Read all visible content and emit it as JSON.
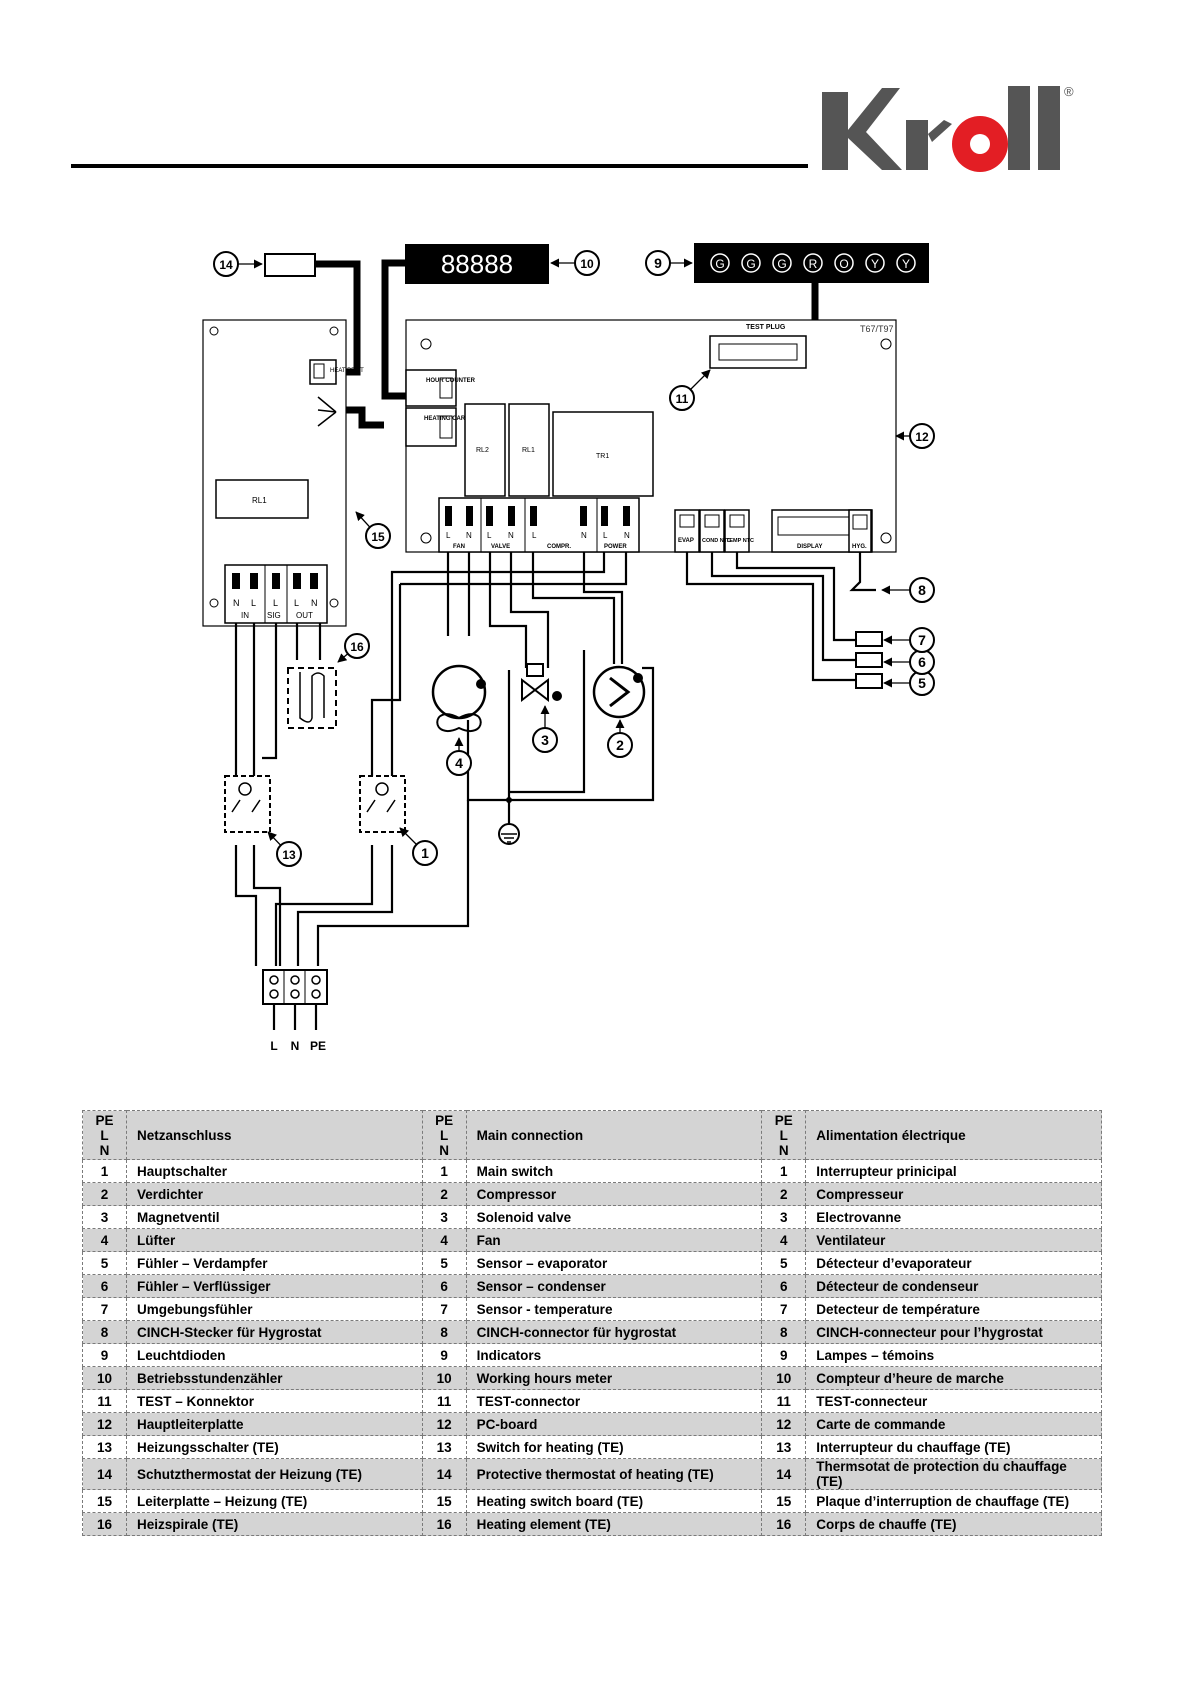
{
  "brand": {
    "logo_text": "Kroll",
    "registered_mark": "®"
  },
  "diagram": {
    "display_digits": "88888",
    "indicator_letters": [
      "G",
      "G",
      "G",
      "R",
      "O",
      "Y",
      "Y"
    ],
    "board_labels": {
      "model": "T67/T97",
      "test_plug": "TEST PLUG",
      "hour_counter": "HOUR COUNTER",
      "heating_card": "HEATING CARD",
      "heat_prot": "HEAT PROT",
      "rl1": "RL1",
      "rl2": "RL2",
      "tr1": "TR1",
      "fan": "FAN",
      "valve": "VALVE",
      "compr": "COMPR.",
      "power": "POWER",
      "evap": "EVAP",
      "cond_ntc": "COND NTC",
      "temp_ntc": "TEMP NTC",
      "display": "DISPLAY",
      "hyg": "HYG.",
      "heating_rl1": "RL1",
      "terminal_in": "IN",
      "terminal_sig": "SIG",
      "terminal_out": "OUT",
      "L": "L",
      "N": "N",
      "mains_L": "L",
      "mains_N": "N",
      "mains_PE": "PE"
    },
    "callouts": [
      "1",
      "2",
      "3",
      "4",
      "5",
      "6",
      "7",
      "8",
      "9",
      "10",
      "11",
      "12",
      "13",
      "14",
      "15",
      "16"
    ]
  },
  "legend": {
    "header": {
      "code": [
        "PE",
        "L",
        "N"
      ],
      "de": "Netzanschluss",
      "en": "Main connection",
      "fr": "Alimentation électrique"
    },
    "rows": [
      {
        "n": "1",
        "de": "Hauptschalter",
        "en": "Main switch",
        "fr": "Interrupteur prinicipal"
      },
      {
        "n": "2",
        "de": "Verdichter",
        "en": "Compressor",
        "fr": "Compresseur"
      },
      {
        "n": "3",
        "de": "Magnetventil",
        "en": "Solenoid valve",
        "fr": "Electrovanne"
      },
      {
        "n": "4",
        "de": "Lüfter",
        "en": "Fan",
        "fr": "Ventilateur"
      },
      {
        "n": "5",
        "de": "Fühler – Verdampfer",
        "en": "Sensor – evaporator",
        "fr": "Détecteur d’evaporateur"
      },
      {
        "n": "6",
        "de": "Fühler – Verflüssiger",
        "en": "Sensor – condenser",
        "fr": "Détecteur de condenseur"
      },
      {
        "n": "7",
        "de": "Umgebungsfühler",
        "en": "Sensor - temperature",
        "fr": "Detecteur de température"
      },
      {
        "n": "8",
        "de": "CINCH-Stecker für Hygrostat",
        "en": "CINCH-connector für hygrostat",
        "fr": "CINCH-connecteur pour l’hygrostat"
      },
      {
        "n": "9",
        "de": "Leuchtdioden",
        "en": "Indicators",
        "fr": "Lampes – témoins"
      },
      {
        "n": "10",
        "de": "Betriebsstundenzähler",
        "en": "Working hours meter",
        "fr": "Compteur d’heure de marche"
      },
      {
        "n": "11",
        "de": "TEST – Konnektor",
        "en": "TEST-connector",
        "fr": "TEST-connecteur"
      },
      {
        "n": "12",
        "de": "Hauptleiterplatte",
        "en": "PC-board",
        "fr": "Carte de commande"
      },
      {
        "n": "13",
        "de": "Heizungsschalter (TE)",
        "en": "Switch for heating (TE)",
        "fr": "Interrupteur du chauffage (TE)"
      },
      {
        "n": "14",
        "de": "Schutzthermostat der Heizung (TE)",
        "en": "Protective thermostat of heating (TE)",
        "fr": "Thermsotat de protection du chauffage (TE)"
      },
      {
        "n": "15",
        "de": "Leiterplatte – Heizung (TE)",
        "en": "Heating switch board (TE)",
        "fr": "Plaque d’interruption de chauffage (TE)"
      },
      {
        "n": "16",
        "de": "Heizspirale (TE)",
        "en": "Heating element (TE)",
        "fr": "Corps de chauffe (TE)"
      }
    ]
  }
}
